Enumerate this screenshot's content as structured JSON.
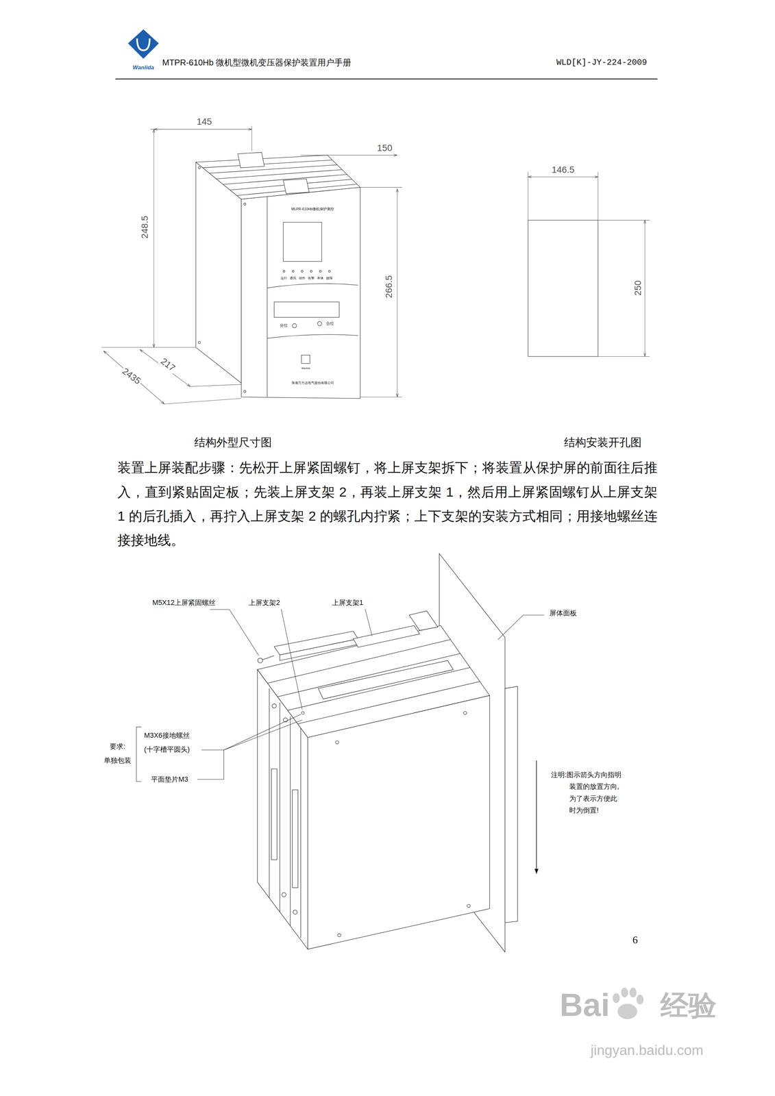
{
  "diagram": {
    "title": "MTPR-610Hb 微机型微机变压器保护装置用户手册",
    "labels": [
      "Wanlida",
      "WLD[K]-JY-224-2009",
      "145",
      "150",
      "248.5",
      "266.5",
      "217",
      "2435",
      "MLPR-610Hb微机保护测控",
      "运行",
      "通讯",
      "动作",
      "告警",
      "本体",
      "故障",
      "分位",
      "合位",
      "Wanlida",
      "珠海万力达电气股份有限公司",
      "146.5",
      "250",
      "结构外型尺寸图",
      "结构安装开孔图",
      "装置上屏装配步骤：先松开上屏紧固螺钉，将上屏支架拆下；将装置从保护屏的前面往后推入，直到紧贴固定板；先装上屏支架 2，再装上屏支架 1，然后用上屏紧固螺钉从上屏支架 1 的后孔插入，再拧入上屏支架 2 的螺孔内拧紧；上下支架的安装方式相同；用接地螺丝连接接地线。",
      "M5X12上屏紧固螺丝",
      "上屏支架2",
      "上屏支架1",
      "屏体面板",
      "要求:",
      "单独包装",
      "M3X6接地螺丝",
      "(十字槽平圆头)",
      "平面垫片M3",
      "注明:图示箭头方向指明装置的放置方向,为了表示方便此时为倒置!",
      "6",
      "Bai",
      "经验",
      "jingyan.baidu.com"
    ]
  }
}
